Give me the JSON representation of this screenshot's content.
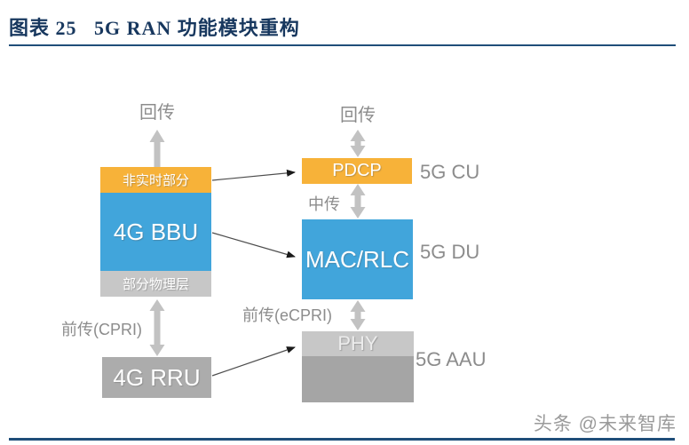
{
  "header": {
    "title": "图表 25   5G RAN 功能模块重构"
  },
  "diagram": {
    "left_stack": {
      "backhaul_label": "回传",
      "non_realtime": "非实时部分",
      "bbu": "4G BBU",
      "partial_phy": "部分物理层",
      "fronthaul_label": "前传(CPRI)",
      "rru": "4G RRU"
    },
    "right_stack": {
      "backhaul_label": "回传",
      "pdcp": "PDCP",
      "cu_label": "5G CU",
      "midhaul_label": "中传",
      "mac_rlc": "MAC/RLC",
      "du_label": "5G DU",
      "fronthaul_label": "前传(eCPRI)",
      "phy": "PHY",
      "aau_label": "5G AAU"
    },
    "colors": {
      "title_navy": "#17375E",
      "rule_navy": "#1F4E79",
      "orange": "#F7B239",
      "blue": "#41A5DB",
      "light_gray": "#C7C7C7",
      "mid_gray": "#ACACAC",
      "phy_bottom_gray": "#A5A5A5",
      "thick_arrow_gray": "#C2C2C2",
      "label_gray": "#8C8C8C",
      "connector_dark": "#4D4D4D"
    }
  },
  "footer": {
    "watermark": "头条 @未来智库"
  }
}
